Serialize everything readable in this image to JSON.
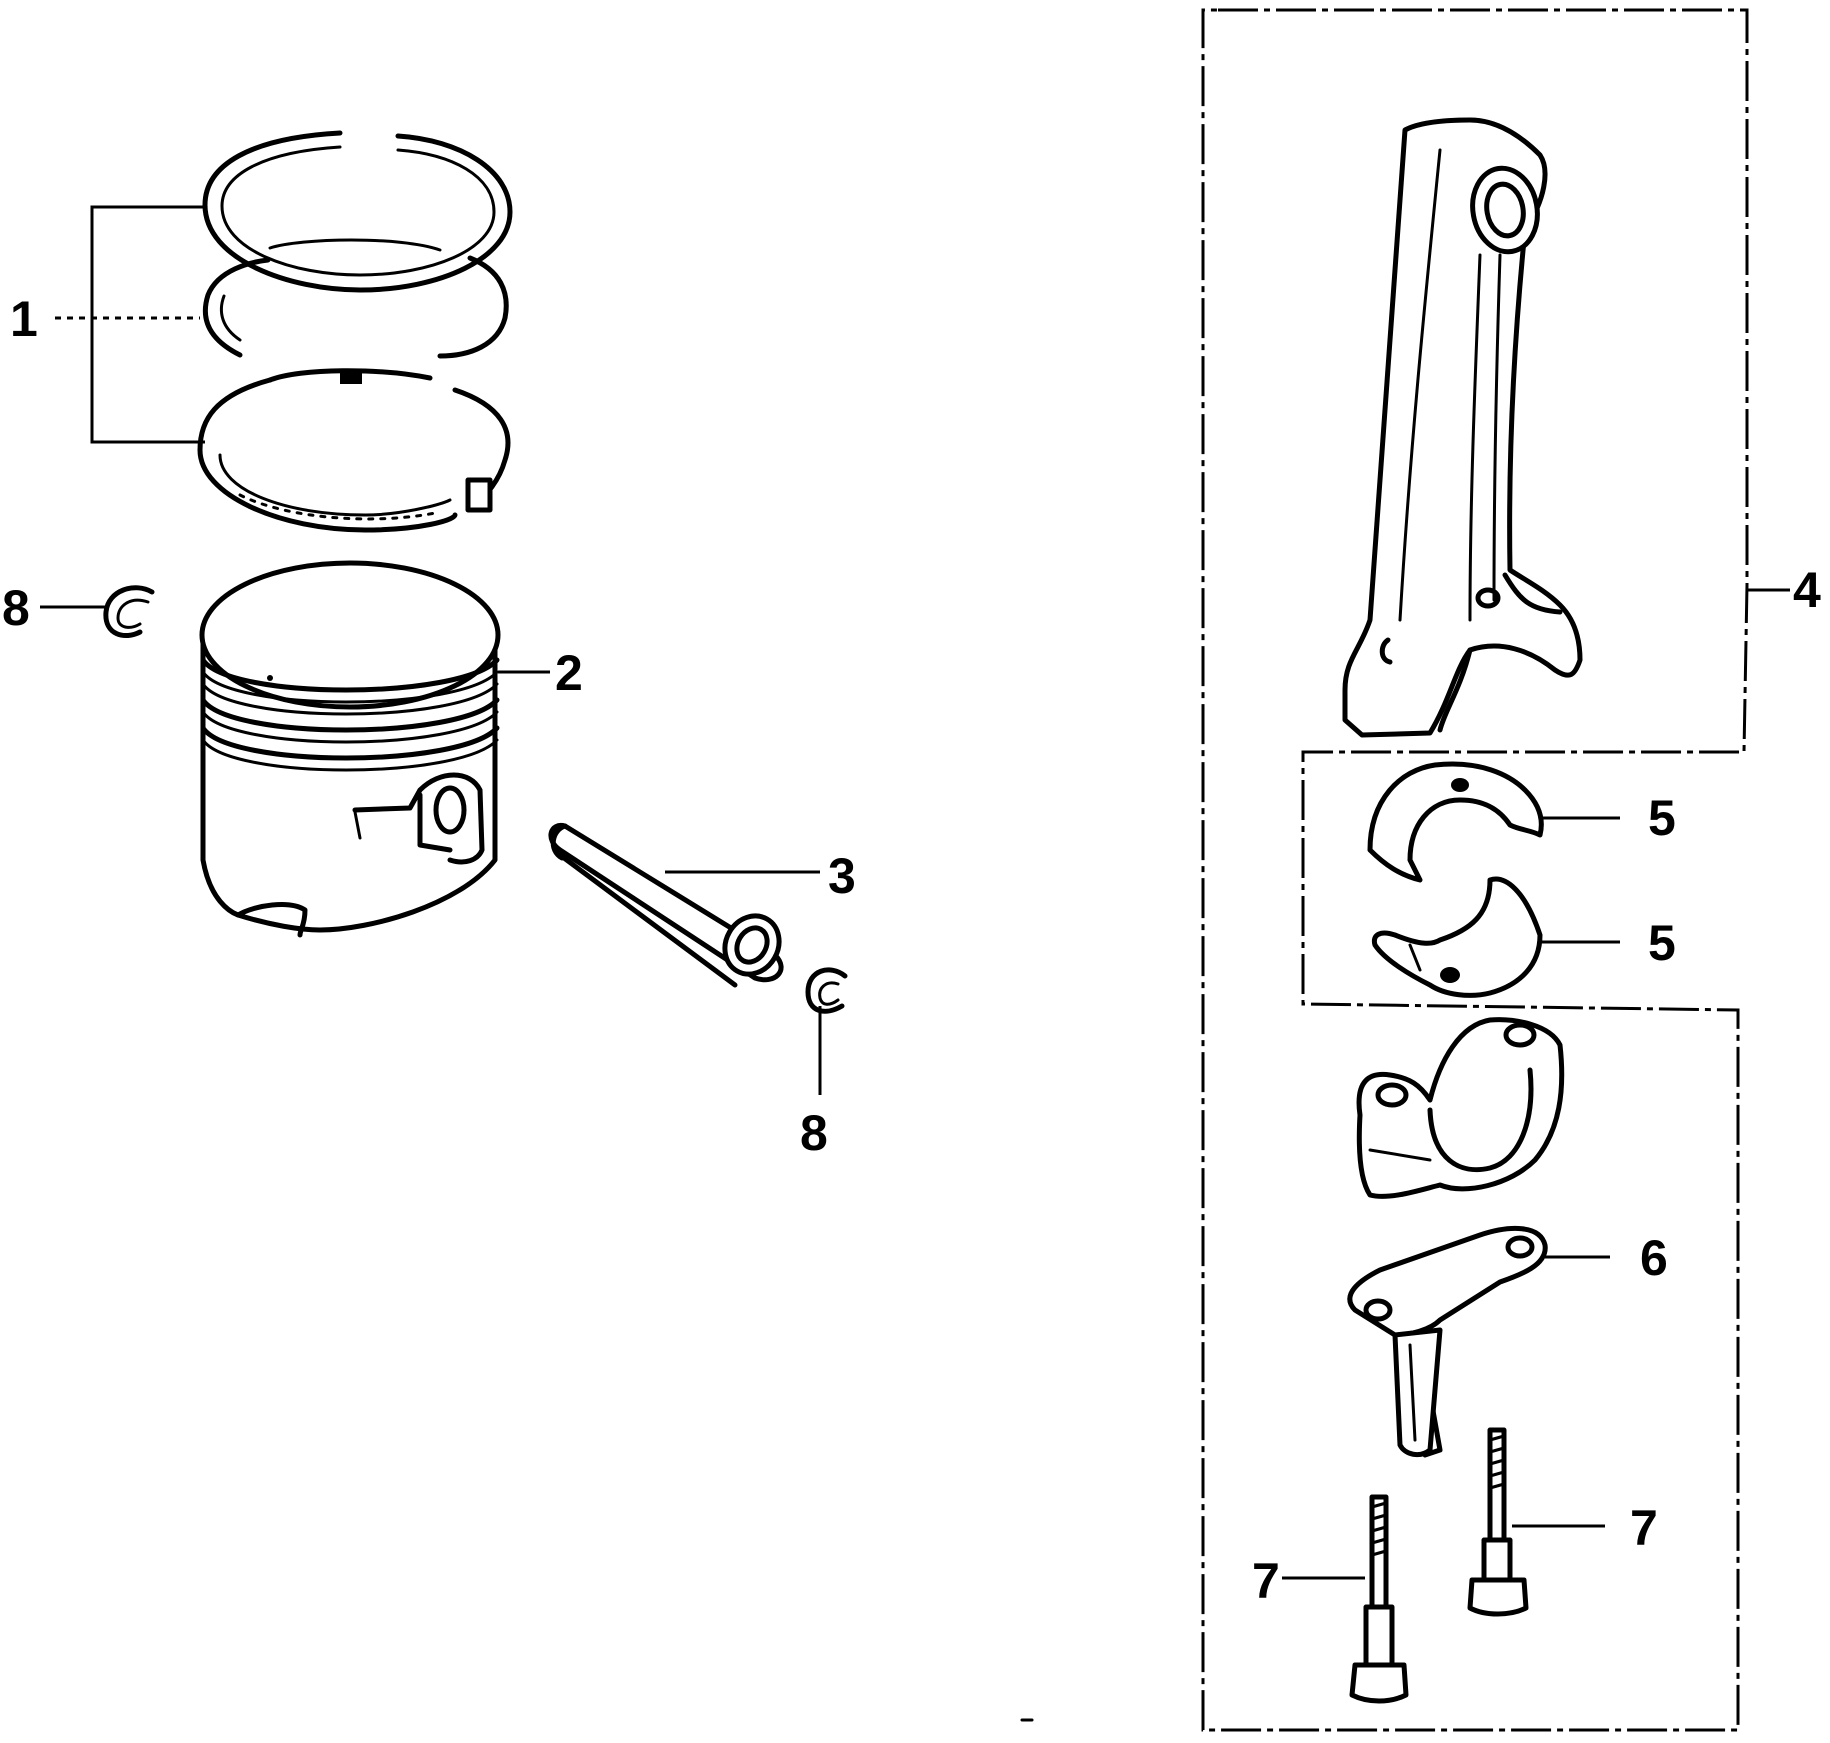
{
  "callouts": {
    "piston_ring_set": "1",
    "piston": "2",
    "piston_pin": "3",
    "connecting_rod_assembly": "4",
    "bearing_upper": "5",
    "bearing_lower": "5",
    "oil_dipper": "6",
    "rod_bolt_left": "7",
    "rod_bolt_right": "7",
    "pin_clip_left": "8",
    "pin_clip_right": "8"
  },
  "icons": {
    "piston_rings": "piston-rings-icon",
    "piston": "piston-icon",
    "piston_pin": "piston-pin-icon",
    "pin_clip": "circlip-icon",
    "connecting_rod": "connecting-rod-icon",
    "bearing_half": "bearing-half-icon",
    "rod_cap": "rod-cap-icon",
    "oil_dipper": "oil-dipper-icon",
    "rod_bolt": "rod-bolt-icon"
  }
}
